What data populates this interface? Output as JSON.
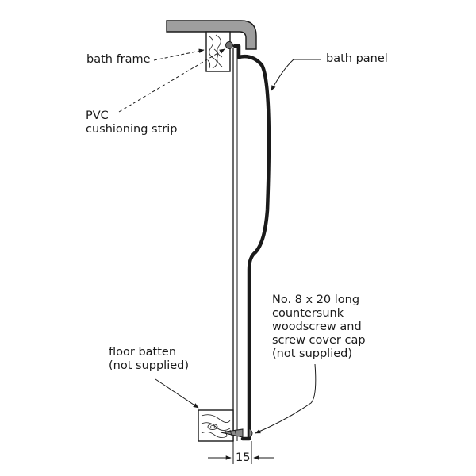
{
  "labels": {
    "bath_frame": "bath frame",
    "bath_panel": "bath panel",
    "pvc_strip": [
      "PVC",
      "cushioning strip"
    ],
    "floor_batten": [
      "floor batten",
      "(not supplied)"
    ],
    "woodscrew": [
      "No. 8 x 20 long",
      "countersunk",
      "woodscrew and",
      "screw cover cap",
      "(not supplied)"
    ],
    "dimension": "15"
  },
  "colors": {
    "line": "#1a1a1a",
    "rim_fill": "#9e9e9e",
    "screw_fill": "#8a8a8a",
    "wood_grain": "#333333"
  }
}
